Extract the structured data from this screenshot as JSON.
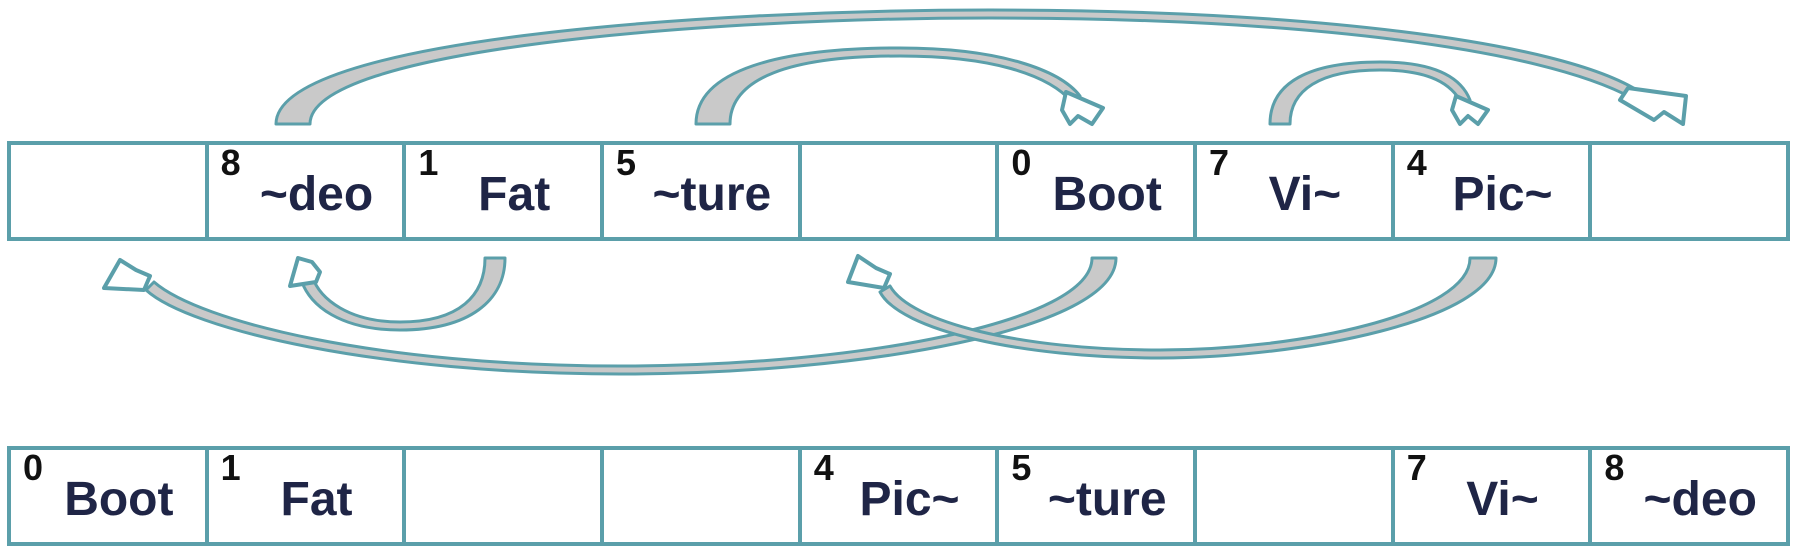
{
  "top_row": [
    {
      "index": "",
      "label": ""
    },
    {
      "index": "8",
      "label": "~deo"
    },
    {
      "index": "1",
      "label": "Fat"
    },
    {
      "index": "5",
      "label": "~ture"
    },
    {
      "index": "",
      "label": ""
    },
    {
      "index": "0",
      "label": "Boot"
    },
    {
      "index": "7",
      "label": "Vi~"
    },
    {
      "index": "4",
      "label": "Pic~"
    },
    {
      "index": "",
      "label": ""
    }
  ],
  "bottom_row": [
    {
      "index": "0",
      "label": "Boot"
    },
    {
      "index": "1",
      "label": "Fat"
    },
    {
      "index": "",
      "label": ""
    },
    {
      "index": "",
      "label": ""
    },
    {
      "index": "4",
      "label": "Pic~"
    },
    {
      "index": "5",
      "label": "~ture"
    },
    {
      "index": "",
      "label": ""
    },
    {
      "index": "7",
      "label": "Vi~"
    },
    {
      "index": "8",
      "label": "~deo"
    }
  ],
  "moves": [
    {
      "from_slot": 1,
      "to_slot": 8,
      "side": "above"
    },
    {
      "from_slot": 3,
      "to_slot": 5,
      "side": "above"
    },
    {
      "from_slot": 6,
      "to_slot": 7,
      "side": "above"
    },
    {
      "from_slot": 2,
      "to_slot": 1,
      "side": "below"
    },
    {
      "from_slot": 5,
      "to_slot": 0,
      "side": "below"
    },
    {
      "from_slot": 7,
      "to_slot": 4,
      "side": "below"
    }
  ],
  "colors": {
    "border": "#5b9faa",
    "arrow_shade": "#c9c9c9",
    "label_text": "#1f2546",
    "index_text": "#111111"
  }
}
